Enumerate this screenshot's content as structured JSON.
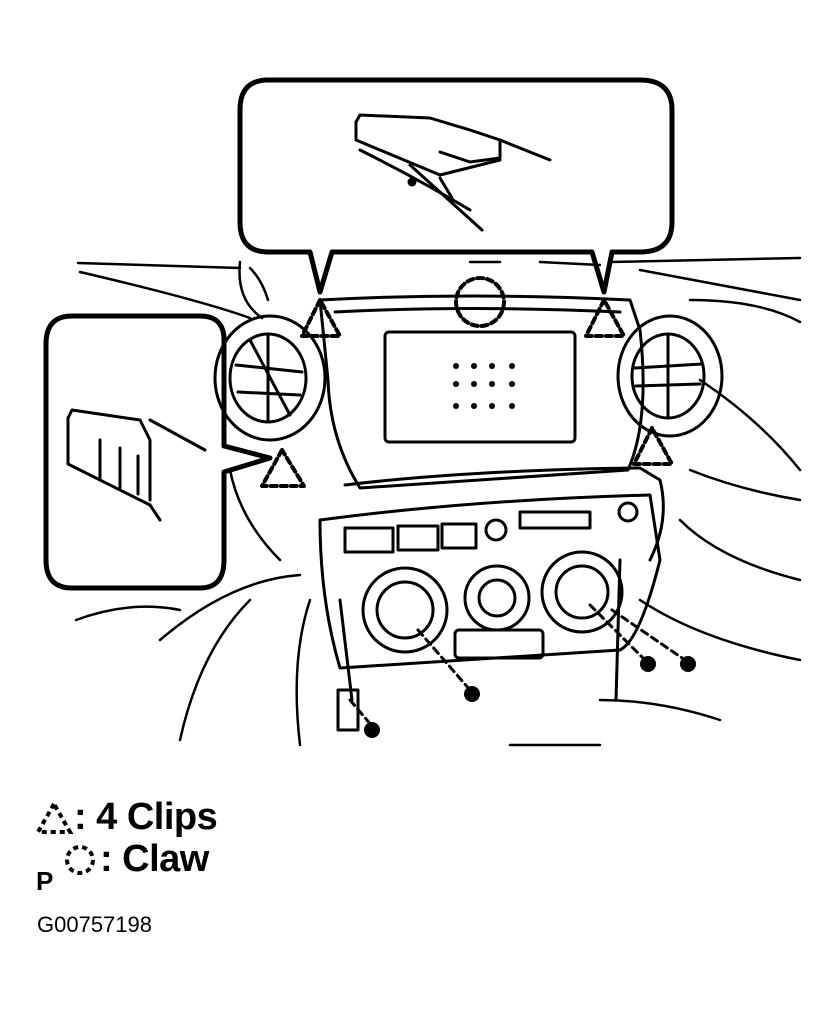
{
  "legend": {
    "clips_label": "4 Clips",
    "clips_icon": "triangle-dashed-clip-icon",
    "claw_label": "Claw",
    "claw_icon": "circle-dashed-claw-icon",
    "separator": ":",
    "p_marker": "P"
  },
  "figure_id": "G00757198",
  "colors": {
    "ink": "#000000",
    "paper": "#ffffff"
  }
}
